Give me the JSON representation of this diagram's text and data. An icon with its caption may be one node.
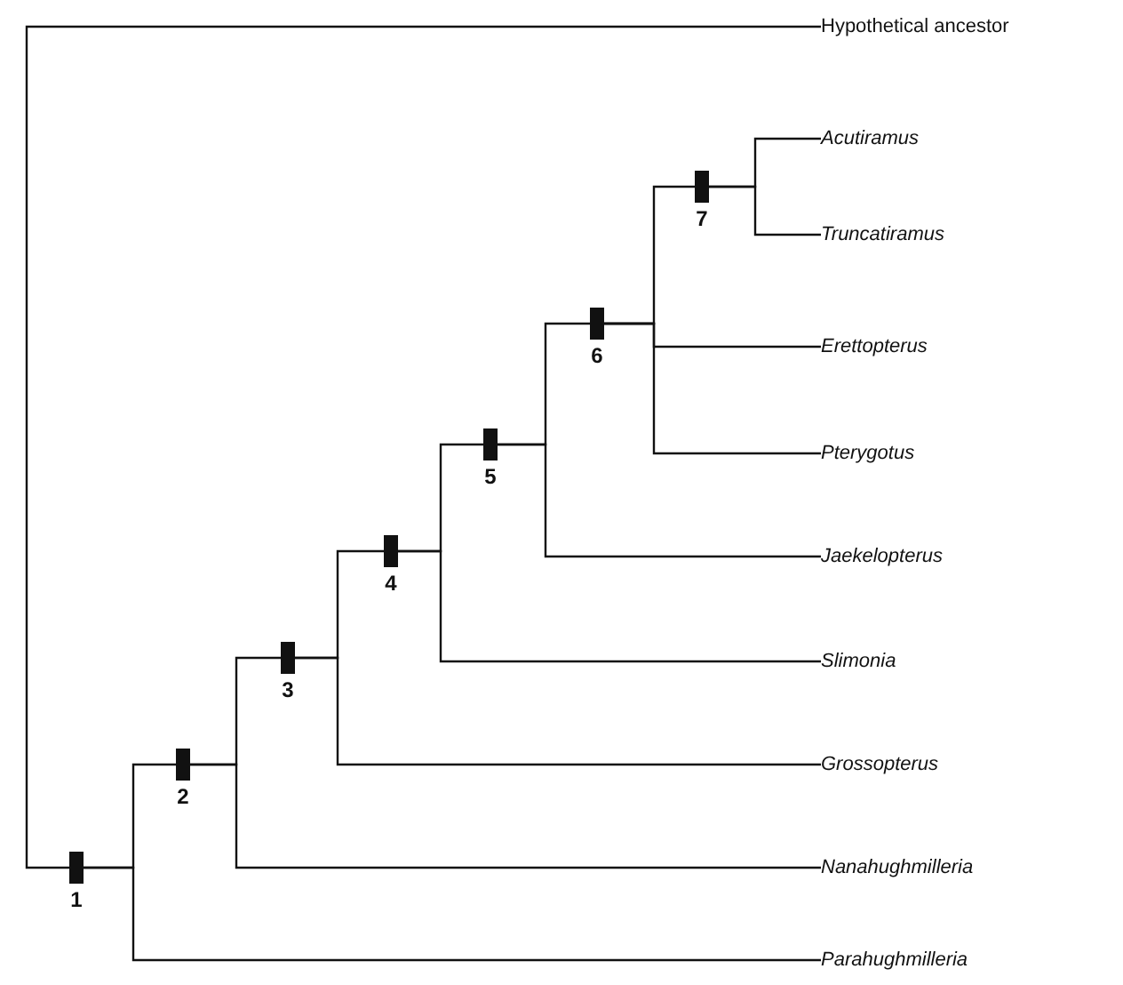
{
  "diagram": {
    "nodes": [
      {
        "text": [
          "Hypothetical ancestor"
        ]
      },
      {
        "text": [
          "Acutiramus"
        ]
      },
      {
        "text": [
          "Truncatiramus"
        ]
      },
      {
        "text": [
          "Erettopterus"
        ]
      },
      {
        "text": [
          "Pterygotus"
        ]
      },
      {
        "text": [
          "Jaekelopterus"
        ]
      },
      {
        "text": [
          "Slimonia"
        ]
      },
      {
        "text": [
          "Grossopterus"
        ]
      },
      {
        "text": [
          "Nanahughmilleria"
        ]
      },
      {
        "text": [
          "Parahughmilleria"
        ]
      },
      {
        "text": [],
        "shape": "bar",
        "beside": [
          "1"
        ]
      },
      {
        "text": [],
        "shape": "bar",
        "beside": [
          "2"
        ]
      },
      {
        "text": [],
        "shape": "bar",
        "beside": [
          "3"
        ]
      },
      {
        "text": [],
        "shape": "bar",
        "beside": [
          "4"
        ]
      },
      {
        "text": [],
        "shape": "bar",
        "beside": [
          "5"
        ]
      },
      {
        "text": [],
        "shape": "bar",
        "beside": [
          "6"
        ]
      },
      {
        "text": [],
        "shape": "bar",
        "beside": [
          "7"
        ]
      }
    ],
    "edges": [
      {
        "from": 0,
        "to": 10,
        "arrow": "none"
      },
      {
        "from": 10,
        "to": 11,
        "arrow": "none"
      },
      {
        "from": 10,
        "to": 9,
        "arrow": "none"
      },
      {
        "from": 11,
        "to": 12,
        "arrow": "none"
      },
      {
        "from": 11,
        "to": 8,
        "arrow": "none"
      },
      {
        "from": 12,
        "to": 13,
        "arrow": "none"
      },
      {
        "from": 12,
        "to": 7,
        "arrow": "none"
      },
      {
        "from": 13,
        "to": 14,
        "arrow": "none"
      },
      {
        "from": 13,
        "to": 6,
        "arrow": "none"
      },
      {
        "from": 14,
        "to": 15,
        "arrow": "none"
      },
      {
        "from": 14,
        "to": 5,
        "arrow": "none"
      },
      {
        "from": 15,
        "to": 16,
        "arrow": "none"
      },
      {
        "from": 15,
        "to": 3,
        "arrow": "none"
      },
      {
        "from": 15,
        "to": 4,
        "arrow": "none"
      },
      {
        "from": 16,
        "to": 1,
        "arrow": "none"
      },
      {
        "from": 16,
        "to": 2,
        "arrow": "none"
      }
    ]
  }
}
